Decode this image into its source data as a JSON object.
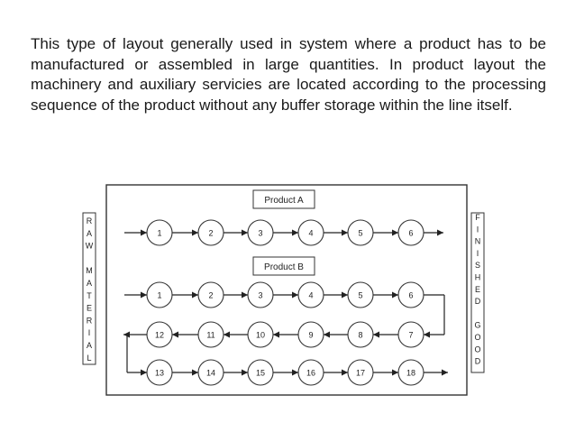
{
  "paragraph": "This type of layout generally used in system where a product has to be manufactured or assembled in large quantities. In product layout the machinery and auxiliary servicies are located according to the processing sequence of the product without any buffer storage within the line itself.",
  "diagram": {
    "product_a_label": "Product A",
    "product_b_label": "Product B",
    "raw_material_letters": [
      "R",
      "A",
      "W",
      "",
      "M",
      "A",
      "T",
      "E",
      "R",
      "I",
      "A",
      "L"
    ],
    "finished_good_letters": [
      "F",
      "I",
      "N",
      "I",
      "S",
      "H",
      "E",
      "D",
      "",
      "G",
      "O",
      "O",
      "D"
    ],
    "row_a": [
      "1",
      "2",
      "3",
      "4",
      "5",
      "6"
    ],
    "row_b1": [
      "1",
      "2",
      "3",
      "4",
      "5",
      "6"
    ],
    "row_b2": [
      "12",
      "11",
      "10",
      "9",
      "8",
      "7"
    ],
    "row_b3": [
      "13",
      "14",
      "15",
      "16",
      "17",
      "18"
    ]
  }
}
